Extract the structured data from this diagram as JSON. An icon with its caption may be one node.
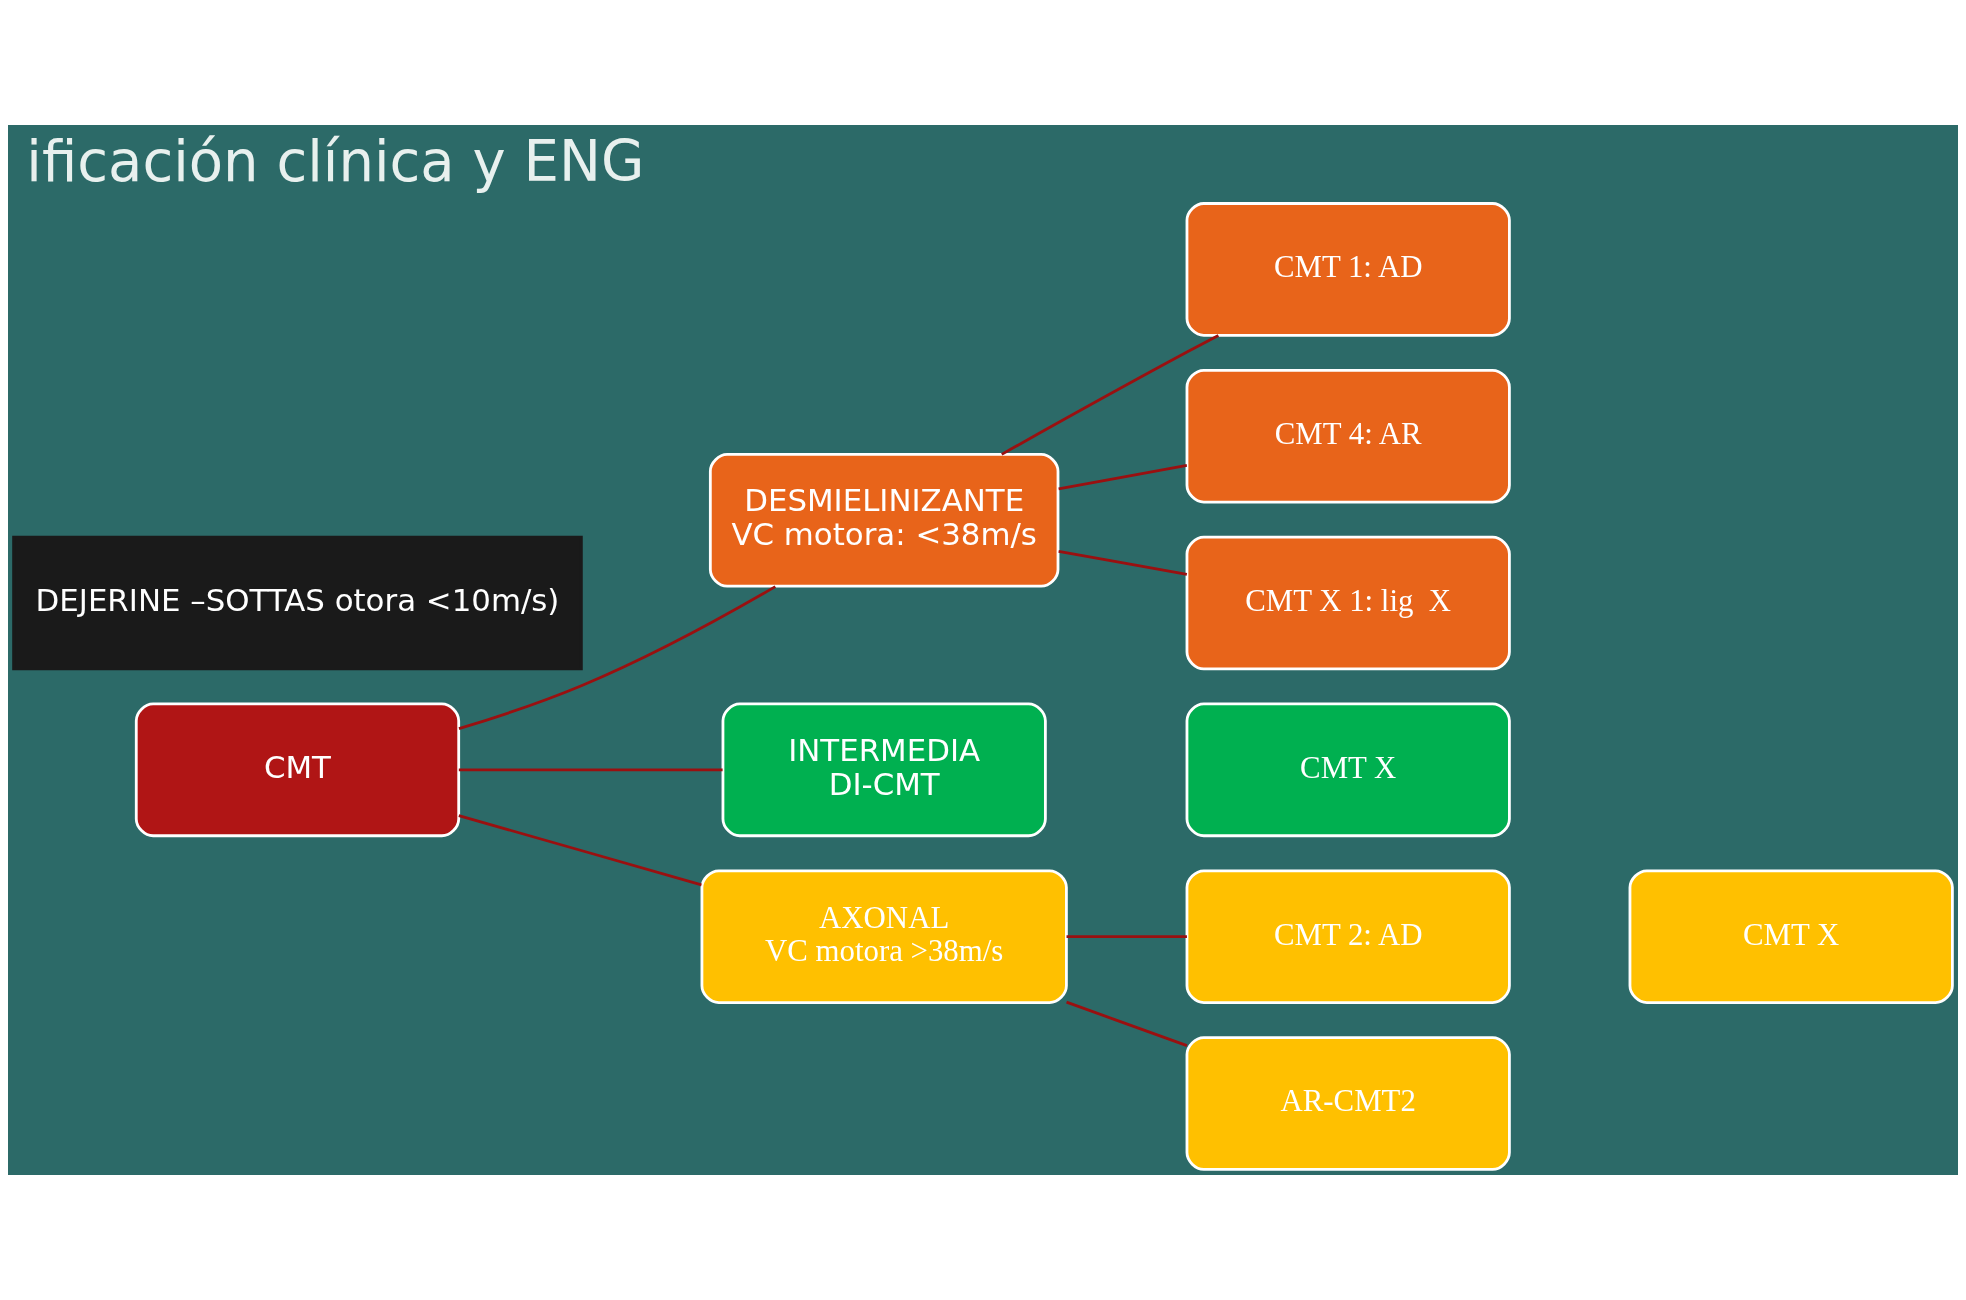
{
  "diagram": {
    "title": "ificación clínica y ENG",
    "nodes": [
      {
        "text": [
          "CMT"
        ]
      },
      {
        "text": [
          "DESMIELINIZANTE",
          "VC motora: <38m/s"
        ]
      },
      {
        "text": [
          "INTERMEDIA",
          "DI-CMT"
        ]
      },
      {
        "text": [
          "CMT X"
        ]
      },
      {
        "text": [
          "AXONAL",
          "VC motora >38m/s"
        ]
      },
      {
        "text": [
          "CMT 1: AD"
        ]
      },
      {
        "text": [
          "CMT 4: AR"
        ]
      },
      {
        "text": [
          "CMT X 1: lig  X"
        ]
      },
      {
        "text": [
          "CMT 2: AD"
        ]
      },
      {
        "text": [
          "CMT X"
        ]
      },
      {
        "text": [
          "AR-CMT2"
        ]
      },
      {
        "text": [
          "DEJERINE –SOTTAS otora <10m/s)"
        ]
      }
    ],
    "edges": [
      {
        "from": 0,
        "to": 1,
        "arrow": "none"
      },
      {
        "from": 0,
        "to": 2,
        "arrow": "none"
      },
      {
        "from": 0,
        "to": 4,
        "arrow": "none"
      },
      {
        "from": 1,
        "to": 5,
        "arrow": "none"
      },
      {
        "from": 1,
        "to": 6,
        "arrow": "none"
      },
      {
        "from": 1,
        "to": 7,
        "arrow": "none"
      },
      {
        "from": 4,
        "to": 8,
        "arrow": "none"
      },
      {
        "from": 4,
        "to": 10,
        "arrow": "none"
      }
    ]
  }
}
